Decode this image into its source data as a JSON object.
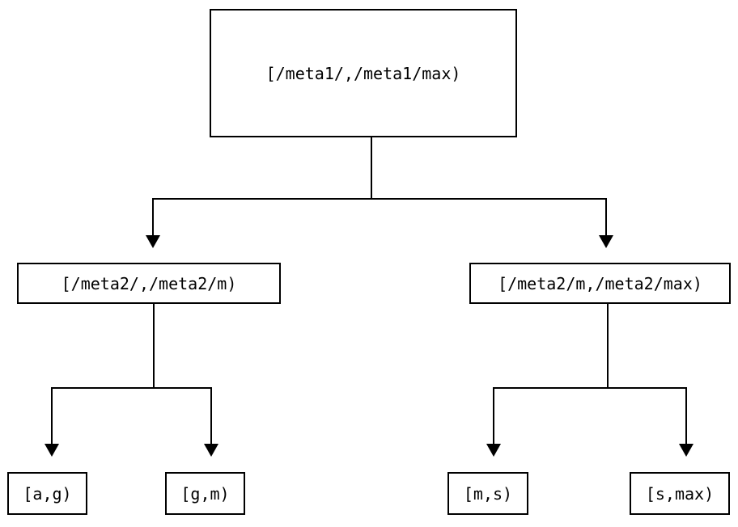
{
  "diagram": {
    "type": "tree",
    "orientation": "top-down",
    "background_color": "#ffffff",
    "line_color": "#000000",
    "text_color": "#000000",
    "nodes": {
      "root": {
        "label": "[/meta1/,/meta1/max)"
      },
      "mid_left": {
        "label": "[/meta2/,/meta2/m)"
      },
      "mid_right": {
        "label": "[/meta2/m,/meta2/max)"
      },
      "leaf_1": {
        "label": "[a,g)"
      },
      "leaf_2": {
        "label": "[g,m)"
      },
      "leaf_3": {
        "label": "[m,s)"
      },
      "leaf_4": {
        "label": "[s,max)"
      }
    },
    "edges": [
      {
        "from": "root",
        "to": "mid_left"
      },
      {
        "from": "root",
        "to": "mid_right"
      },
      {
        "from": "mid_left",
        "to": "leaf_1"
      },
      {
        "from": "mid_left",
        "to": "leaf_2"
      },
      {
        "from": "mid_right",
        "to": "leaf_3"
      },
      {
        "from": "mid_right",
        "to": "leaf_4"
      }
    ]
  }
}
